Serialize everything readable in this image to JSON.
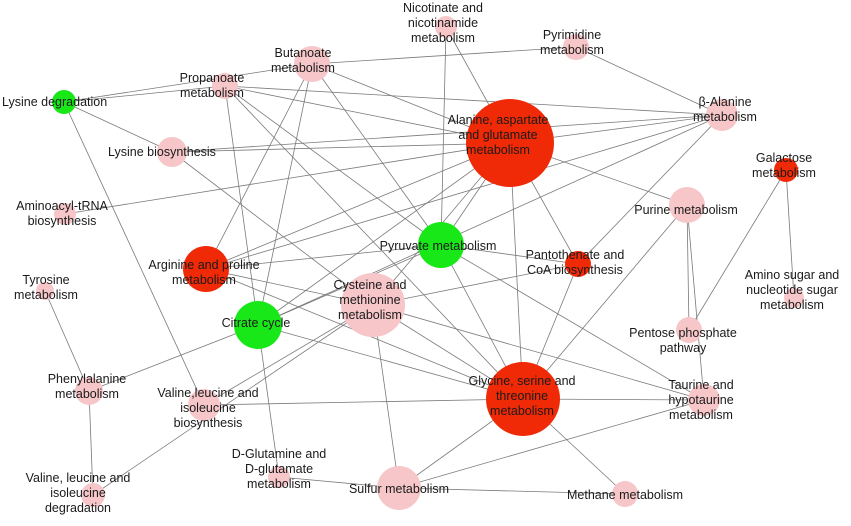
{
  "colors": {
    "pink": "#f6c6c9",
    "red": "#f02a06",
    "green": "#18e818",
    "edge": "#7a7a7a"
  },
  "nodes": [
    {
      "id": "nicotinate",
      "lines": [
        "Nicotinate and",
        "nicotinamide",
        "metabolism"
      ],
      "color": "pink"
    },
    {
      "id": "butanoate",
      "lines": [
        "Butanoate",
        "metabolism"
      ],
      "color": "pink"
    },
    {
      "id": "pyrimidine",
      "lines": [
        "Pyrimidine",
        "metabolism"
      ],
      "color": "pink"
    },
    {
      "id": "propanoate",
      "lines": [
        "Propanoate",
        "metabolism"
      ],
      "color": "pink"
    },
    {
      "id": "lysine-degradation",
      "lines": [
        "Lysine degradation"
      ],
      "color": "green"
    },
    {
      "id": "beta-alanine",
      "lines": [
        "β-Alanine",
        "metabolism"
      ],
      "color": "pink"
    },
    {
      "id": "alanine",
      "lines": [
        "Alanine, aspartate",
        "and glutamate",
        "metabolism"
      ],
      "color": "red"
    },
    {
      "id": "lysine-biosynthesis",
      "lines": [
        "Lysine biosynthesis"
      ],
      "color": "pink"
    },
    {
      "id": "galactose",
      "lines": [
        "Galactose",
        "metabolism"
      ],
      "color": "red"
    },
    {
      "id": "aminoacyl",
      "lines": [
        "Aminoacyl-tRNA",
        "biosynthesis"
      ],
      "color": "pink"
    },
    {
      "id": "purine",
      "lines": [
        "Purine metabolism"
      ],
      "color": "pink"
    },
    {
      "id": "pyruvate",
      "lines": [
        "Pyruvate metabolism"
      ],
      "color": "green"
    },
    {
      "id": "pantothenate",
      "lines": [
        "Pantothenate and",
        "CoA biosynthesis"
      ],
      "color": "red"
    },
    {
      "id": "arginine",
      "lines": [
        "Arginine and proline",
        "metabolism"
      ],
      "color": "red"
    },
    {
      "id": "tyrosine",
      "lines": [
        "Tyrosine",
        "metabolism"
      ],
      "color": "pink"
    },
    {
      "id": "amino-sugar",
      "lines": [
        "Amino sugar and",
        "nucleotide sugar",
        "metabolism"
      ],
      "color": "pink"
    },
    {
      "id": "cysteine",
      "lines": [
        "Cysteine and",
        "methionine",
        "metabolism"
      ],
      "color": "pink"
    },
    {
      "id": "citrate",
      "lines": [
        "Citrate cycle"
      ],
      "color": "green"
    },
    {
      "id": "pentose",
      "lines": [
        "Pentose phosphate",
        "pathway"
      ],
      "color": "pink"
    },
    {
      "id": "phenylalanine",
      "lines": [
        "Phenylalanine",
        "metabolism"
      ],
      "color": "pink"
    },
    {
      "id": "valine-bio",
      "lines": [
        "Valine,leucine and",
        "isoleucine",
        "biosynthesis"
      ],
      "color": "pink"
    },
    {
      "id": "glycine",
      "lines": [
        "Glycine, serine and",
        "threonine",
        "metabolism"
      ],
      "color": "red"
    },
    {
      "id": "taurine",
      "lines": [
        "Taurine and",
        "hypotaurine",
        "metabolism"
      ],
      "color": "pink"
    },
    {
      "id": "d-glutamine",
      "lines": [
        "D-Glutamine and",
        "D-glutamate",
        "metabolism"
      ],
      "color": "pink"
    },
    {
      "id": "valine-deg",
      "lines": [
        "Valine, leucine and",
        "isoleucine",
        "degradation"
      ],
      "color": "pink"
    },
    {
      "id": "sulfur",
      "lines": [
        "Sulfur metabolism"
      ],
      "color": "pink"
    },
    {
      "id": "methane",
      "lines": [
        "Methane metabolism"
      ],
      "color": "pink"
    }
  ],
  "edges": [
    [
      "alanine",
      "nicotinate"
    ],
    [
      "alanine",
      "butanoate"
    ],
    [
      "alanine",
      "propanoate"
    ],
    [
      "alanine",
      "beta-alanine"
    ],
    [
      "alanine",
      "lysine-biosynthesis"
    ],
    [
      "alanine",
      "aminoacyl"
    ],
    [
      "alanine",
      "arginine"
    ],
    [
      "alanine",
      "citrate"
    ],
    [
      "alanine",
      "pyruvate"
    ],
    [
      "alanine",
      "pantothenate"
    ],
    [
      "alanine",
      "purine"
    ],
    [
      "alanine",
      "cysteine"
    ],
    [
      "alanine",
      "glycine"
    ],
    [
      "nicotinate",
      "pyruvate"
    ],
    [
      "pyrimidine",
      "beta-alanine"
    ],
    [
      "pyrimidine",
      "butanoate"
    ],
    [
      "propanoate",
      "beta-alanine"
    ],
    [
      "propanoate",
      "lysine-degradation"
    ],
    [
      "propanoate",
      "citrate"
    ],
    [
      "propanoate",
      "pyruvate"
    ],
    [
      "propanoate",
      "glycine"
    ],
    [
      "butanoate",
      "lysine-degradation"
    ],
    [
      "butanoate",
      "citrate"
    ],
    [
      "butanoate",
      "pyruvate"
    ],
    [
      "butanoate",
      "arginine"
    ],
    [
      "lysine-degradation",
      "lysine-biosynthesis"
    ],
    [
      "lysine-degradation",
      "valine-bio"
    ],
    [
      "lysine-biosynthesis",
      "beta-alanine"
    ],
    [
      "lysine-biosynthesis",
      "cysteine"
    ],
    [
      "beta-alanine",
      "arginine"
    ],
    [
      "beta-alanine",
      "citrate"
    ],
    [
      "beta-alanine",
      "pantothenate"
    ],
    [
      "purine",
      "pentose"
    ],
    [
      "purine",
      "taurine"
    ],
    [
      "purine",
      "glycine"
    ],
    [
      "galactose",
      "pentose"
    ],
    [
      "galactose",
      "amino-sugar"
    ],
    [
      "pyruvate",
      "citrate"
    ],
    [
      "pyruvate",
      "glycine"
    ],
    [
      "pyruvate",
      "taurine"
    ],
    [
      "pyruvate",
      "arginine"
    ],
    [
      "pyruvate",
      "pantothenate"
    ],
    [
      "pantothenate",
      "glycine"
    ],
    [
      "pantothenate",
      "cysteine"
    ],
    [
      "arginine",
      "glycine"
    ],
    [
      "arginine",
      "cysteine"
    ],
    [
      "citrate",
      "glycine"
    ],
    [
      "citrate",
      "phenylalanine"
    ],
    [
      "citrate",
      "d-glutamine"
    ],
    [
      "cysteine",
      "glycine"
    ],
    [
      "cysteine",
      "sulfur"
    ],
    [
      "cysteine",
      "taurine"
    ],
    [
      "cysteine",
      "valine-deg"
    ],
    [
      "cysteine",
      "valine-bio"
    ],
    [
      "tyrosine",
      "phenylalanine"
    ],
    [
      "phenylalanine",
      "valine-deg"
    ],
    [
      "valine-bio",
      "glycine"
    ],
    [
      "glycine",
      "sulfur"
    ],
    [
      "glycine",
      "methane"
    ],
    [
      "glycine",
      "taurine"
    ],
    [
      "taurine",
      "sulfur"
    ],
    [
      "sulfur",
      "methane"
    ],
    [
      "sulfur",
      "d-glutamine"
    ]
  ]
}
